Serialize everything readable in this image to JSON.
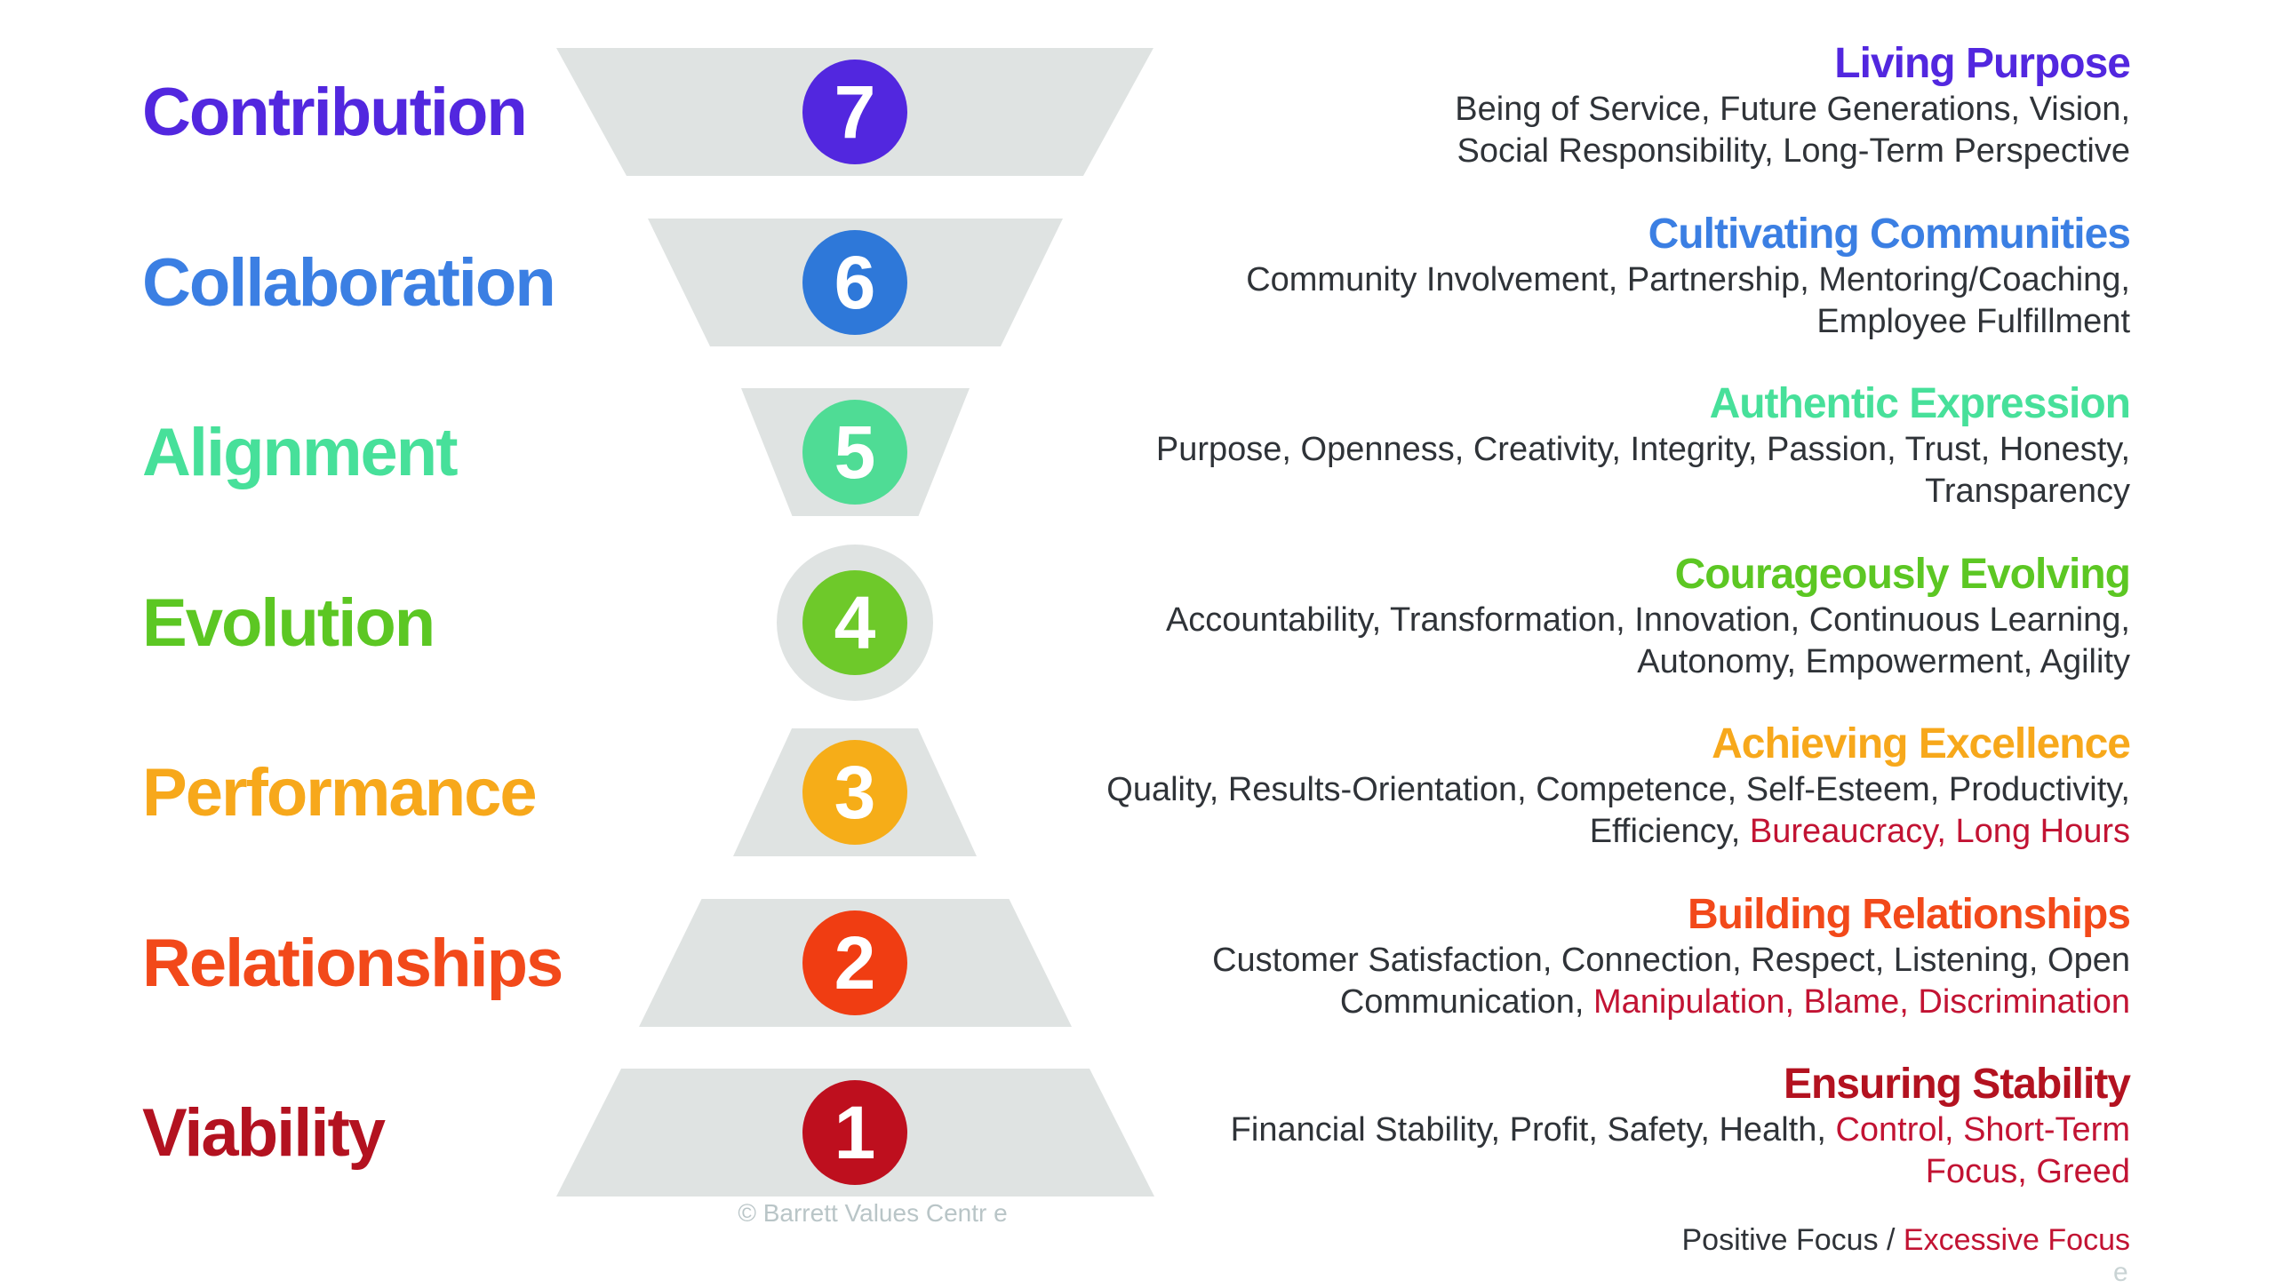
{
  "colors": {
    "shape_gray": "#DFE3E2",
    "body_text": "#2F3338",
    "excessive": "#C21333",
    "watermark": "#B9C5C7",
    "fragment": "#C9D3D4"
  },
  "levels": [
    {
      "number": "7",
      "name": "Contribution",
      "color": "#5227DF",
      "circle_color": "#5227DF",
      "shape": "trapezoid-down",
      "heading": "Living Purpose",
      "description_lines": [
        [
          {
            "text": "Being of Service, Future Generations, Vision,",
            "tone": "positive"
          }
        ],
        [
          {
            "text": "Social Responsibility, Long-Term Perspective",
            "tone": "positive"
          }
        ]
      ]
    },
    {
      "number": "6",
      "name": "Collaboration",
      "color": "#3B7FE3",
      "circle_color": "#2E78D9",
      "shape": "trapezoid-down",
      "heading": "Cultivating Communities",
      "description_lines": [
        [
          {
            "text": "Community Involvement, Partnership, Mentoring/Coaching,",
            "tone": "positive"
          }
        ],
        [
          {
            "text": "Employee Fulfillment",
            "tone": "positive"
          }
        ]
      ]
    },
    {
      "number": "5",
      "name": "Alignment",
      "color": "#47E09A",
      "circle_color": "#4FDC95",
      "shape": "trapezoid-down",
      "heading": "Authentic Expression",
      "description_lines": [
        [
          {
            "text": "Purpose, Openness, Creativity, Integrity, Passion, Trust, Honesty,",
            "tone": "positive"
          }
        ],
        [
          {
            "text": "Transparency",
            "tone": "positive"
          }
        ]
      ]
    },
    {
      "number": "4",
      "name": "Evolution",
      "color": "#5CC723",
      "circle_color": "#6EC92A",
      "shape": "circle-ring",
      "heading": "Courageously Evolving",
      "description_lines": [
        [
          {
            "text": "Accountability, Transformation, Innovation, Continuous Learning,",
            "tone": "positive"
          }
        ],
        [
          {
            "text": "Autonomy, Empowerment, Agility",
            "tone": "positive"
          }
        ]
      ]
    },
    {
      "number": "3",
      "name": "Performance",
      "color": "#F7A81B",
      "circle_color": "#F6AD18",
      "shape": "trapezoid-up",
      "heading": "Achieving Excellence",
      "description_lines": [
        [
          {
            "text": "Quality, Results-Orientation, Competence, Self-Esteem, Productivity,",
            "tone": "positive"
          }
        ],
        [
          {
            "text": "Efficiency, ",
            "tone": "positive"
          },
          {
            "text": "Bureaucracy, Long Hours",
            "tone": "excessive"
          }
        ]
      ]
    },
    {
      "number": "2",
      "name": "Relationships",
      "color": "#F2491A",
      "circle_color": "#F03D12",
      "shape": "trapezoid-up",
      "heading": "Building Relationships",
      "description_lines": [
        [
          {
            "text": "Customer Satisfaction, Connection, Respect, Listening, Open",
            "tone": "positive"
          }
        ],
        [
          {
            "text": "Communication, ",
            "tone": "positive"
          },
          {
            "text": "Manipulation, Blame, Discrimination",
            "tone": "excessive"
          }
        ]
      ]
    },
    {
      "number": "1",
      "name": "Viability",
      "color": "#B31220",
      "circle_color": "#BE0F1E",
      "shape": "trapezoid-up",
      "heading": "Ensuring Stability",
      "description_lines": [
        [
          {
            "text": "Financial Stability, Profit, Safety, Health, ",
            "tone": "positive"
          },
          {
            "text": "Control, Short-Term",
            "tone": "excessive"
          }
        ],
        [
          {
            "text": "Focus, Greed",
            "tone": "excessive"
          }
        ]
      ]
    }
  ],
  "watermark": {
    "text": "© Barrett Values Centr e",
    "corner_fragment": "e"
  },
  "footer": {
    "positive_label": "Positive Focus / ",
    "excessive_label": "Excessive Focus"
  }
}
